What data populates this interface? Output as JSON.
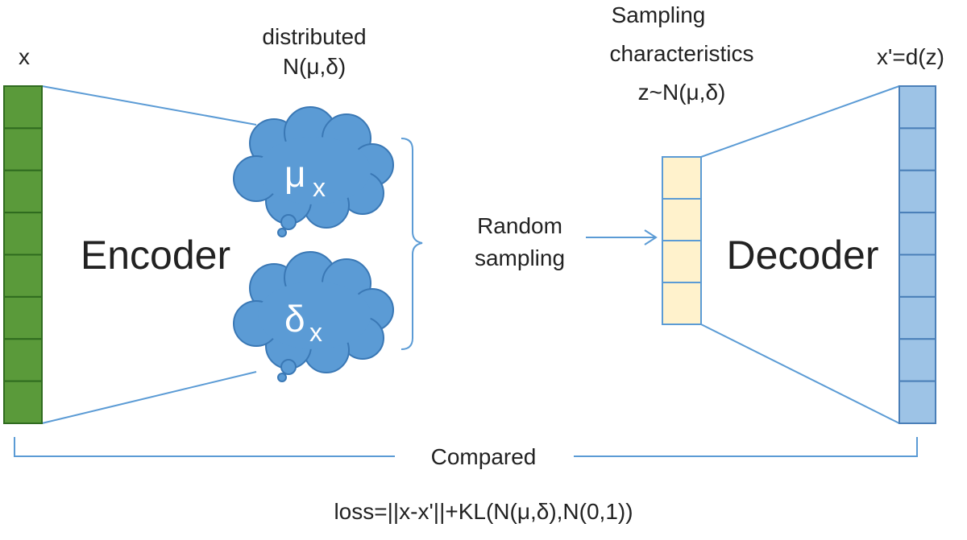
{
  "input": {
    "label": "x",
    "cells": 8,
    "color": "#5a9a3a"
  },
  "encoder": {
    "label": "Encoder"
  },
  "distribution": {
    "line1": "distributed",
    "line2": "N(μ,δ)"
  },
  "mu_cloud": {
    "base": "μ",
    "sub": "x",
    "color": "#5b9bd5"
  },
  "delta_cloud": {
    "base": "δ",
    "sub": "x",
    "color": "#5b9bd5"
  },
  "random_sampling": {
    "line1": "Random",
    "line2": "sampling"
  },
  "sampling": {
    "line1": "Sampling",
    "line2": "characteristics",
    "line3": "z~N(μ,δ)"
  },
  "latent": {
    "cells": 4,
    "color": "#fff2cc"
  },
  "decoder": {
    "label": "Decoder"
  },
  "output": {
    "label": "x'=d(z)",
    "cells": 8,
    "color": "#9dc3e6"
  },
  "compared": {
    "label": "Compared"
  },
  "loss": {
    "formula": "loss=||x-x'||+KL(N(μ,δ),N(0,1))"
  },
  "line_color": "#5b9bd5"
}
